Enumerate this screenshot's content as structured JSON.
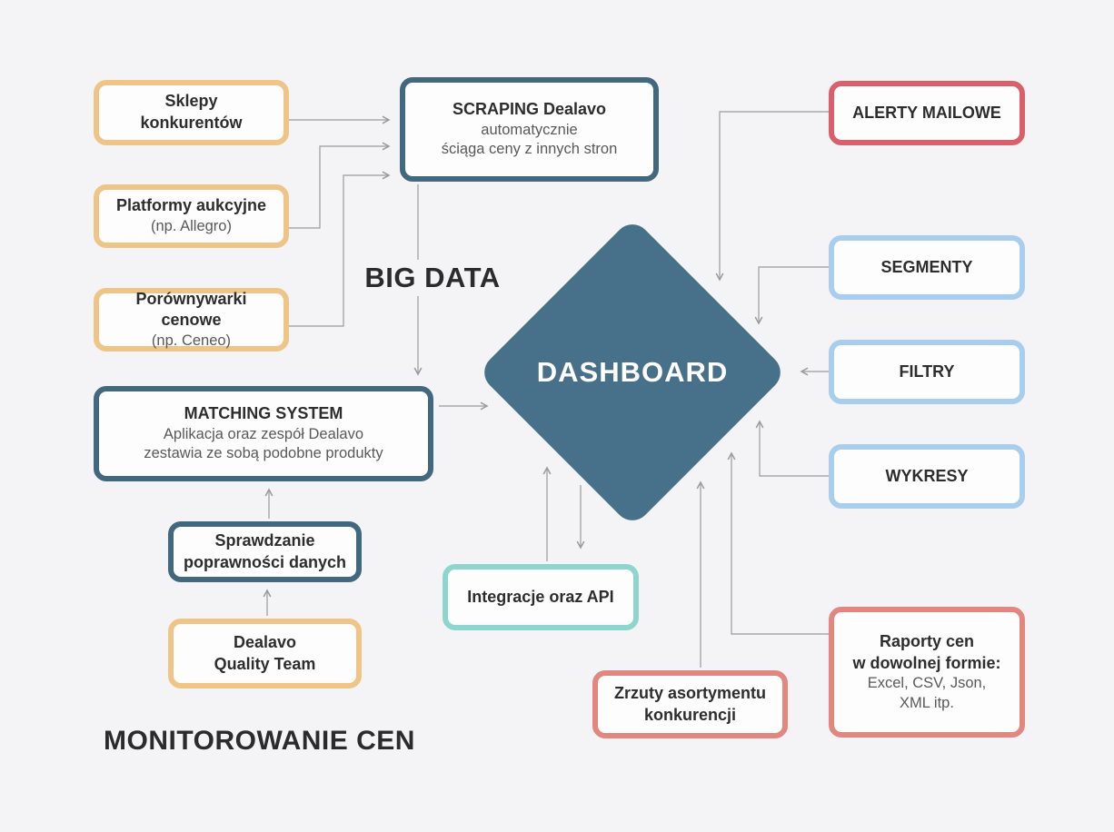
{
  "page_title": "MONITOROWANIE CEN",
  "big_data_label": "BIG DATA",
  "dashboard": {
    "label": "DASHBOARD",
    "fill": "#47708a",
    "text_color": "#ffffff"
  },
  "nodes": {
    "sklepy": {
      "text": "Sklepy\nkonkurentów"
    },
    "platformy": {
      "text": "Platformy aukcyjne",
      "sub": "(np. Allegro)"
    },
    "porownywarki": {
      "text": "Porównywarki cenowe",
      "sub": "(np. Ceneo)"
    },
    "scraping": {
      "text": "SCRAPING Dealavo",
      "sub": "automatycznie\nściąga ceny z innych stron"
    },
    "matching": {
      "text": "MATCHING SYSTEM",
      "sub": "Aplikacja oraz zespół Dealavo\nzestawia ze sobą podobne produkty"
    },
    "sprawdzanie": {
      "text": "Sprawdzanie\npoprawności danych"
    },
    "dealavo_team": {
      "text": "Dealavo\nQuality Team"
    },
    "integracje": {
      "text": "Integracje oraz API"
    },
    "zrzuty": {
      "text": "Zrzuty asortymentu\nkonkurencji"
    },
    "alerty": {
      "text": "ALERTY MAILOWE"
    },
    "segmenty": {
      "text": "SEGMENTY"
    },
    "filtry": {
      "text": "FILTRY"
    },
    "wykresy": {
      "text": "WYKRESY"
    },
    "raporty": {
      "text": "Raporty cen\nw dowolnej formie:",
      "sub": "Excel, CSV, Json,\nXML itp."
    }
  },
  "colors": {
    "background": "#f4f4f6",
    "box_fill": "#fdfdfe",
    "yellow_border": "#eec487",
    "navy_border": "#42687f",
    "red_border": "#d9606b",
    "salmon_border": "#e28680",
    "blue_border": "#a9cdec",
    "teal_border": "#8ed5ce",
    "diamond_fill": "#47708a",
    "title_text": "#2d2d2d",
    "subtitle_text": "#595959",
    "connector": "#9b9b9b"
  },
  "connections": [
    {
      "from": "Sklepy konkurentów",
      "to": "SCRAPING Dealavo"
    },
    {
      "from": "Platformy aukcyjne",
      "to": "SCRAPING Dealavo"
    },
    {
      "from": "Porównywarki cenowe",
      "to": "SCRAPING Dealavo"
    },
    {
      "from": "SCRAPING Dealavo",
      "to": "MATCHING SYSTEM",
      "via": "BIG DATA"
    },
    {
      "from": "MATCHING SYSTEM",
      "to": "DASHBOARD"
    },
    {
      "from": "Sprawdzanie poprawności danych",
      "to": "MATCHING SYSTEM"
    },
    {
      "from": "Dealavo Quality Team",
      "to": "Sprawdzanie poprawności danych"
    },
    {
      "from": "ALERTY MAILOWE",
      "to": "DASHBOARD"
    },
    {
      "from": "SEGMENTY",
      "to": "DASHBOARD"
    },
    {
      "from": "FILTRY",
      "to": "DASHBOARD"
    },
    {
      "from": "WYKRESY",
      "to": "DASHBOARD"
    },
    {
      "from": "Raporty cen w dowolnej formie",
      "to": "DASHBOARD"
    },
    {
      "from": "Zrzuty asortymentu konkurencji",
      "to": "DASHBOARD"
    },
    {
      "from": "Integracje oraz API",
      "to": "DASHBOARD",
      "bidirectional": true
    }
  ]
}
